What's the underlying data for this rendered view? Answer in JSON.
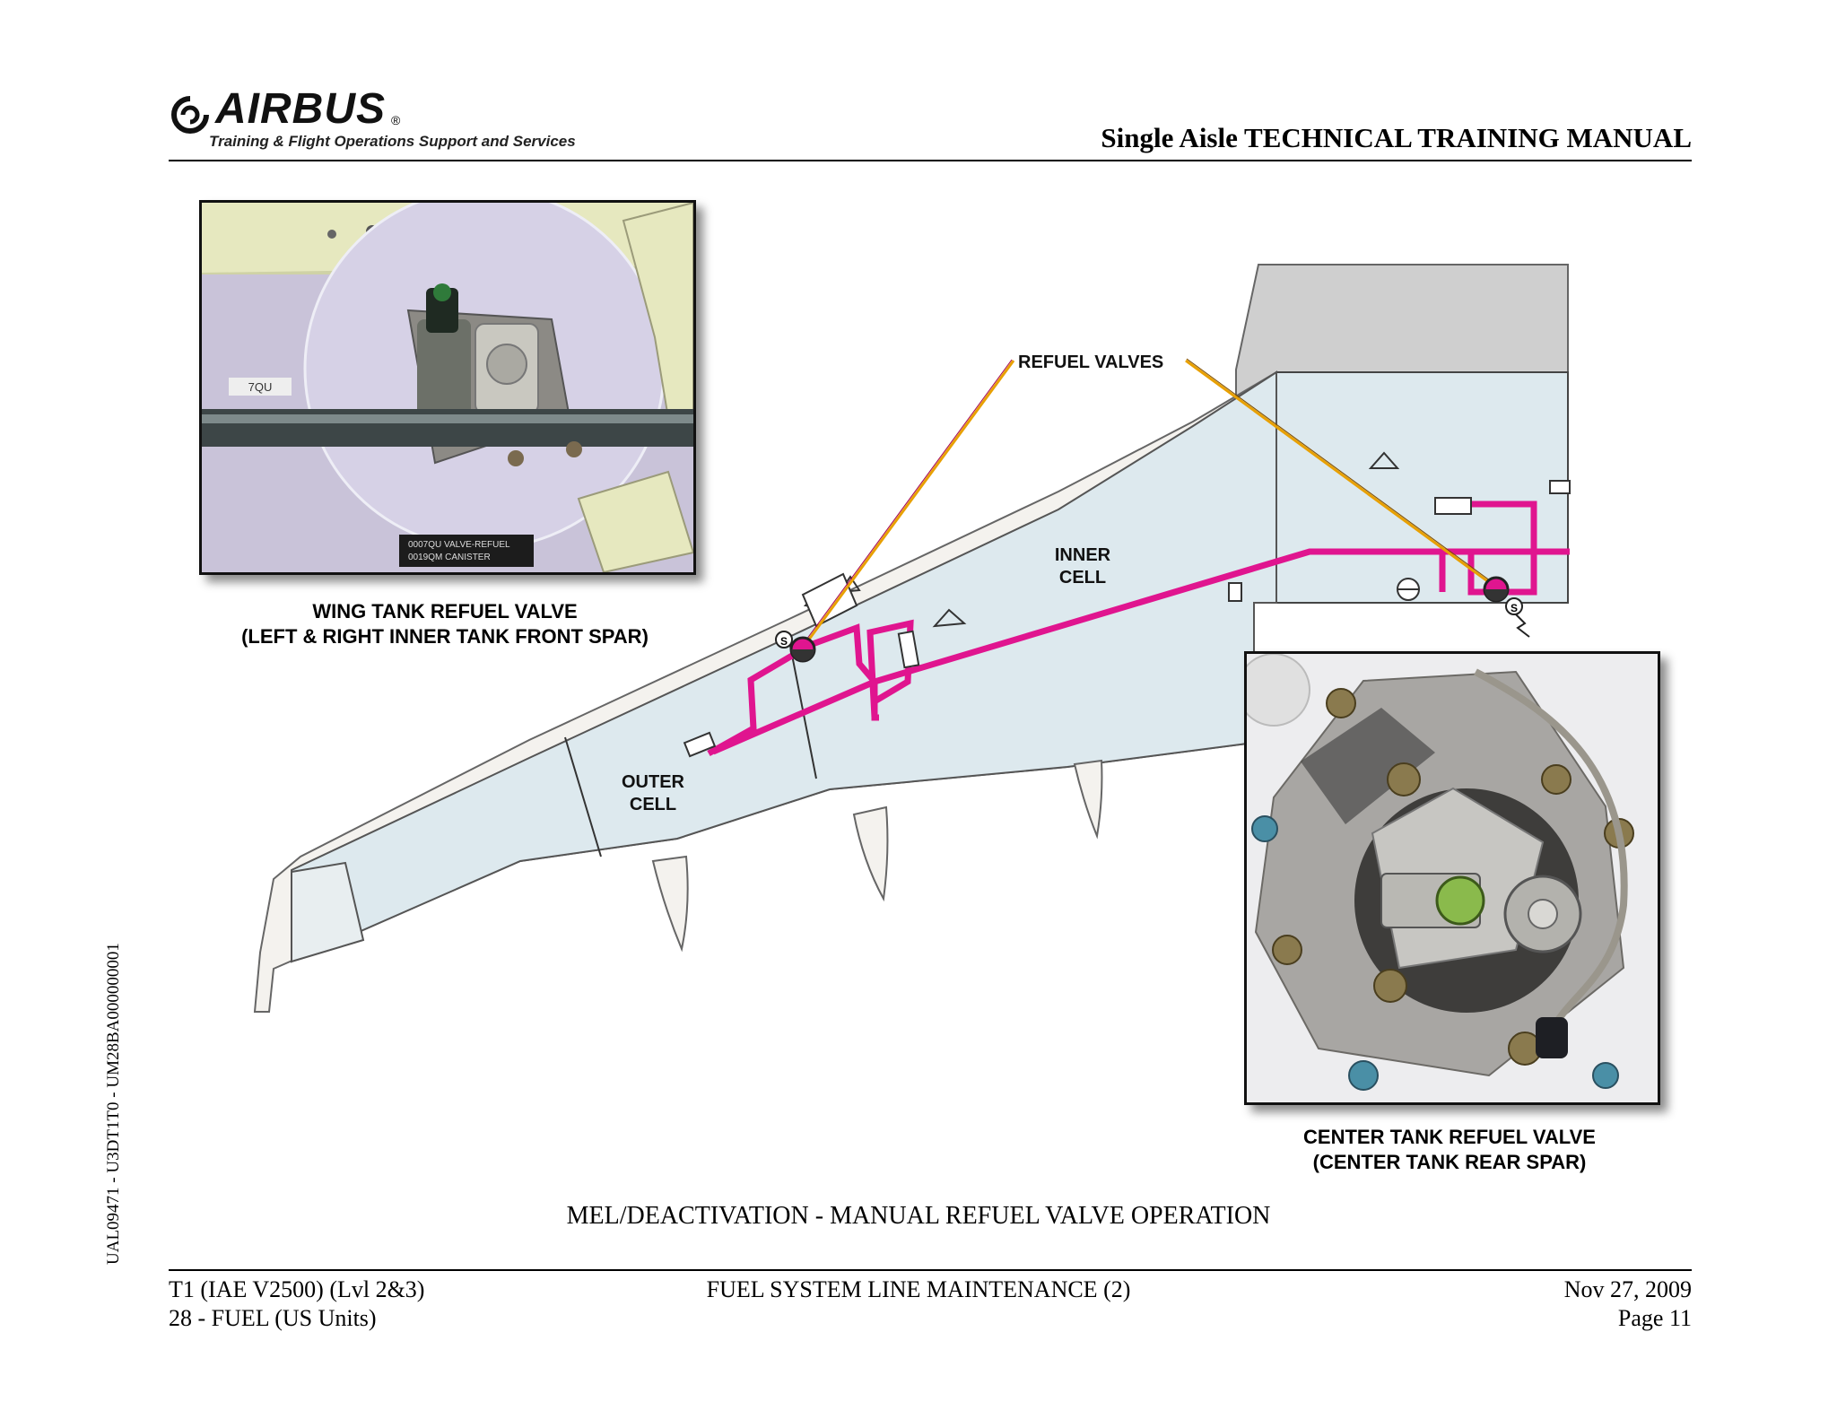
{
  "header": {
    "logo_word": "AIRBUS",
    "logo_reg": "®",
    "logo_tagline": "Training & Flight Operations Support and Services",
    "manual_title": "Single Aisle TECHNICAL TRAINING MANUAL"
  },
  "side_code": "UAL09471 - U3DT1T0 - UM28BA000000001",
  "diagram": {
    "refuel_valves_label": "REFUEL VALVES",
    "inner_cell_line1": "INNER",
    "inner_cell_line2": "CELL",
    "outer_cell_line1": "OUTER",
    "outer_cell_line2": "CELL",
    "solenoid_mark": "S"
  },
  "photos": {
    "wing": {
      "caption_line1": "WING TANK REFUEL VALVE",
      "caption_line2": "(LEFT & RIGHT INNER TANK FRONT SPAR)",
      "placard_small": "7QU",
      "placard_line1": "0007QU VALVE-REFUEL",
      "placard_line2": "0019QM CANISTER"
    },
    "center": {
      "caption_line1": "CENTER TANK REFUEL VALVE",
      "caption_line2": "(CENTER TANK REAR SPAR)"
    }
  },
  "figure_caption": "MEL/DEACTIVATION - MANUAL REFUEL VALVE OPERATION",
  "footer": {
    "left_line1": "T1 (IAE V2500) (Lvl 2&3)",
    "left_line2": "28 - FUEL (US Units)",
    "center": "FUEL SYSTEM LINE MAINTENANCE (2)",
    "right_line1": "Nov 27, 2009",
    "right_line2": "Page 11"
  },
  "colors": {
    "fuel_line": "#e0158f",
    "leader_line": "#e8a000",
    "tank_fill": "#dde9ee",
    "wing_fill": "#f4f2ee",
    "center_body": "#cfcfcf"
  }
}
